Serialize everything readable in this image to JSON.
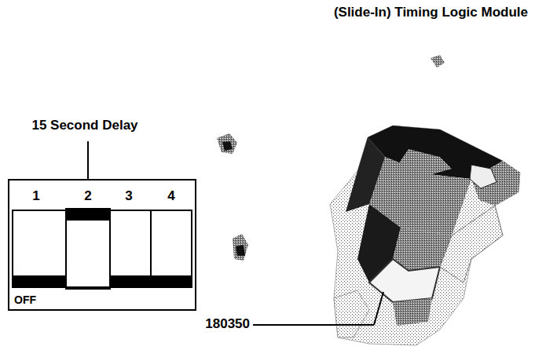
{
  "diagram": {
    "title": "(Slide-In) Timing Logic Module",
    "nodes": [
      {
        "text": [
          "1",
          "2",
          "3",
          "4",
          "OFF"
        ]
      }
    ],
    "labels": [
      "15 Second Delay",
      "180350"
    ]
  }
}
